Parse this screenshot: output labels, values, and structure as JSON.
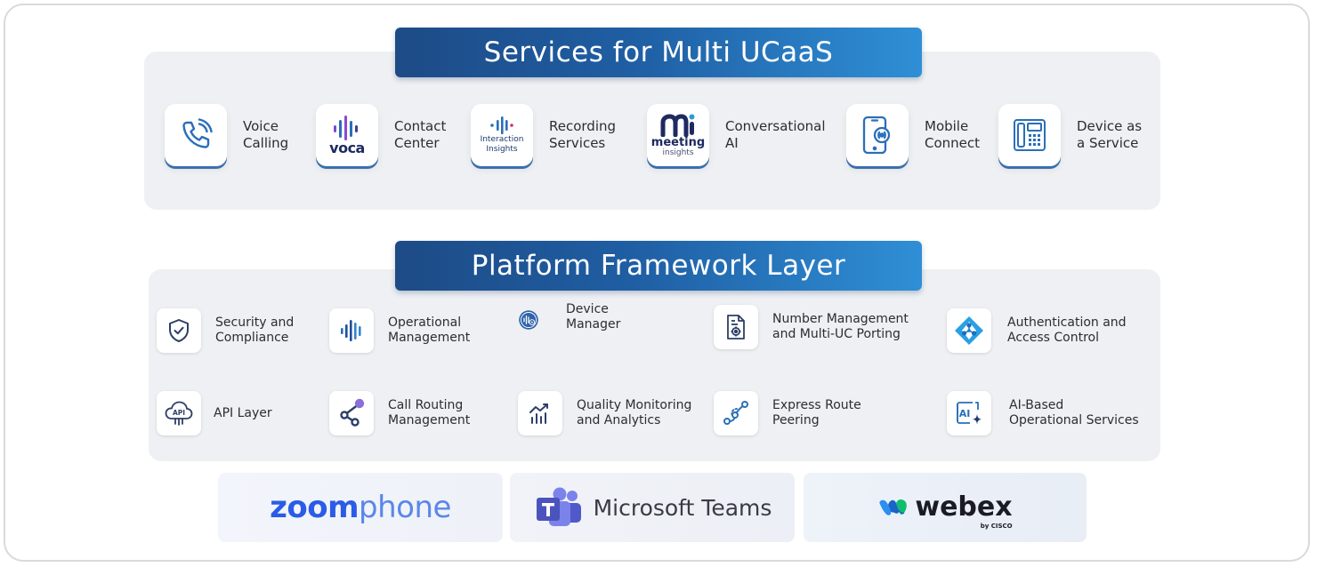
{
  "services": {
    "title": "Services for Multi UCaaS",
    "items": [
      {
        "label": "Voice\nCalling",
        "icon": "phone-call-icon"
      },
      {
        "label": "Contact\nCenter",
        "icon": "voca-logo"
      },
      {
        "label": "Recording\nServices",
        "icon": "interaction-insights-logo"
      },
      {
        "label": "Conversational\nAI",
        "icon": "meeting-insights-logo"
      },
      {
        "label": "Mobile\nConnect",
        "icon": "mobile-phone-icon"
      },
      {
        "label": "Device as\na Service",
        "icon": "desk-phone-icon"
      }
    ],
    "logo_text": {
      "voca": "voca",
      "interaction": "Interaction",
      "insights": "Insights",
      "meeting": "meeting",
      "meeting_insights": "insights"
    }
  },
  "platform": {
    "title": "Platform Framework Layer",
    "items": [
      {
        "label": "Security and\nCompliance",
        "icon": "shield-check-icon"
      },
      {
        "label": "Operational\nManagement",
        "icon": "waveform-icon"
      },
      {
        "label": "Device\nManager",
        "icon": "device-manager-icon"
      },
      {
        "label": "Number Management\nand Multi-UC Porting",
        "icon": "document-gear-icon"
      },
      {
        "label": "Authentication and\nAccess Control",
        "icon": "azure-ad-icon"
      },
      {
        "label": "API Layer",
        "icon": "api-cloud-icon"
      },
      {
        "label": "Call Routing\nManagement",
        "icon": "share-nodes-icon"
      },
      {
        "label": "Quality Monitoring\nand Analytics",
        "icon": "analytics-chart-icon"
      },
      {
        "label": "Express Route\nPeering",
        "icon": "route-path-icon"
      },
      {
        "label": "AI-Based\nOperational Services",
        "icon": "ai-sparkle-icon"
      }
    ],
    "api_icon_text": "API",
    "ai_icon_text": "AI"
  },
  "vendors": {
    "zoom_bold": "zoom",
    "zoom_light": "phone",
    "teams": "Microsoft Teams",
    "webex": "webex",
    "webex_by": "by CISCO"
  },
  "colors": {
    "banner_start": "#1d4b86",
    "banner_end": "#2f8fd6",
    "accent_blue": "#3a6fae",
    "panel_bg": "#eef0f3"
  }
}
